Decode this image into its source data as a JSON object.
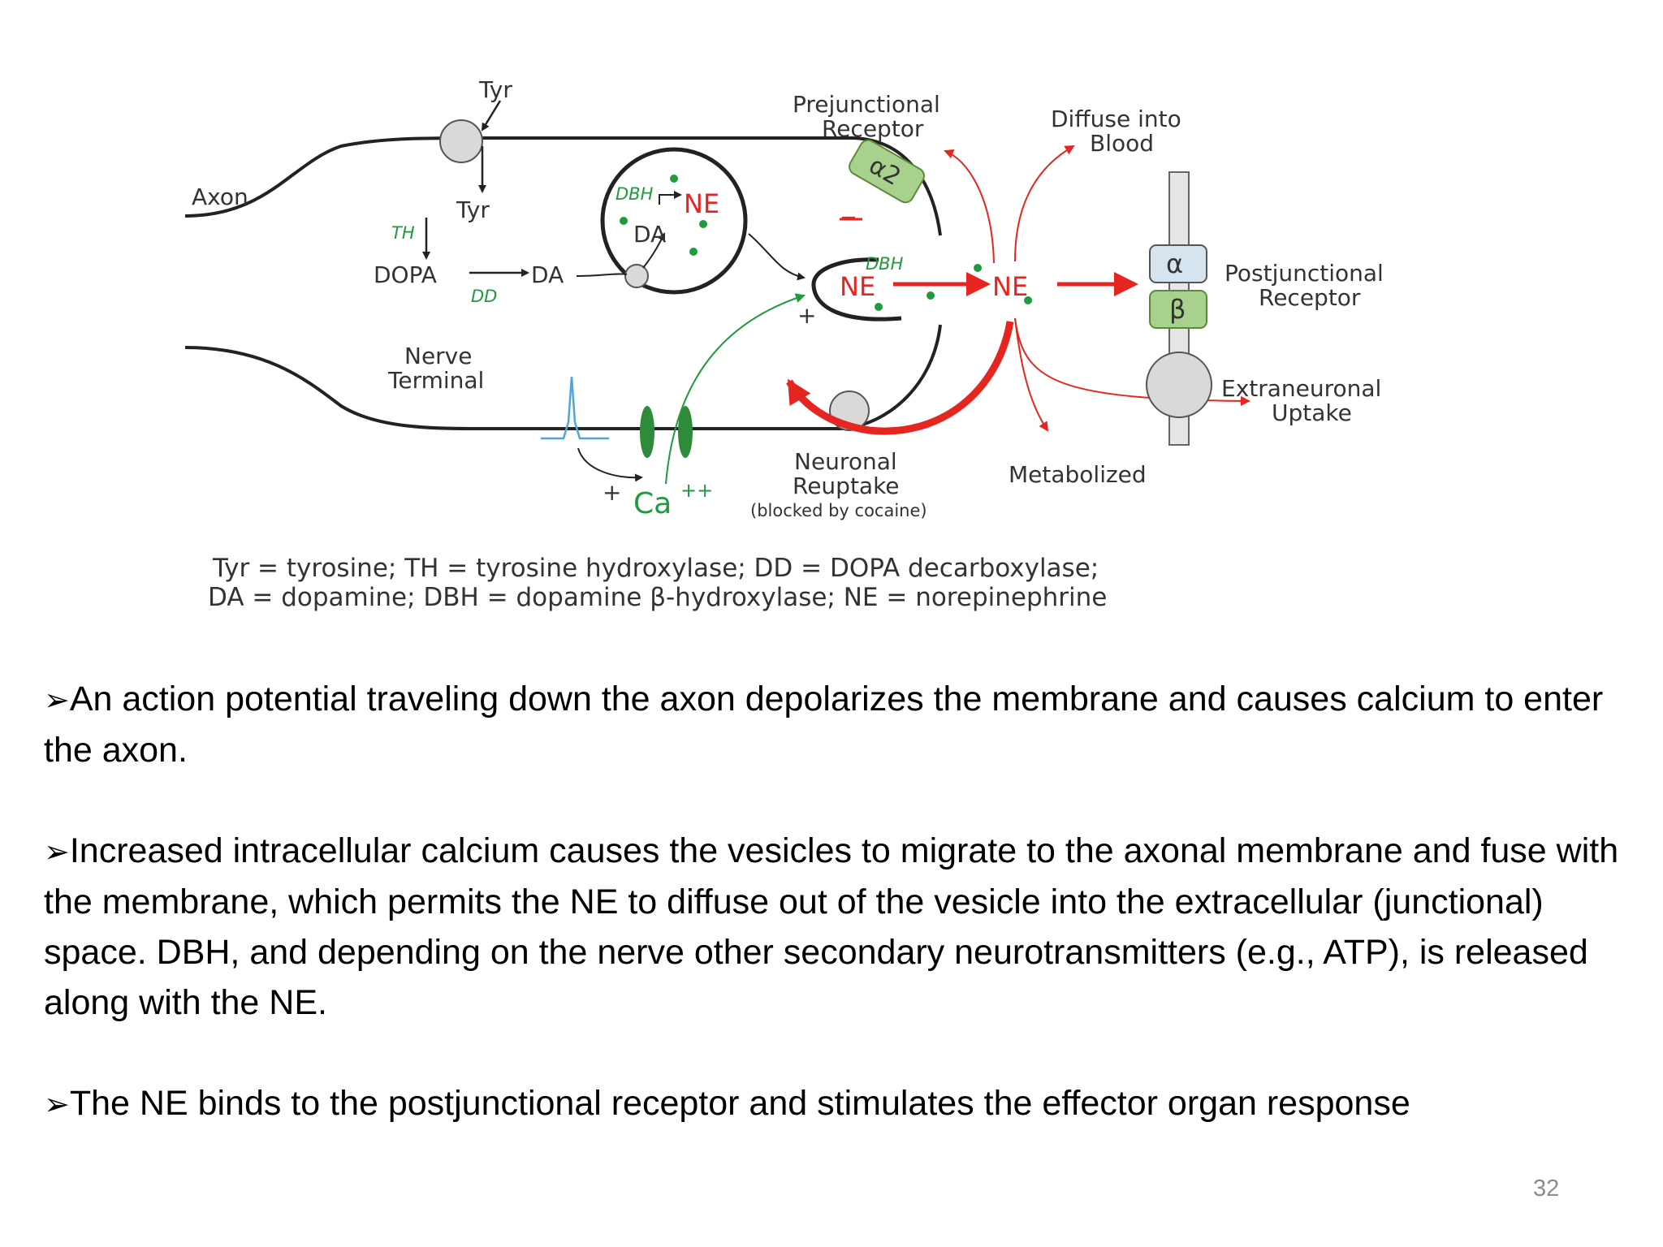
{
  "diagram": {
    "labels": {
      "tyr_top": "Tyr",
      "axon": "Axon",
      "tyr_mid": "Tyr",
      "th": "TH",
      "dopa": "DOPA",
      "dd": "DD",
      "da_left": "DA",
      "dbh_vesicle": "DBH",
      "ne_vesicle": "NE",
      "da_vesicle": "DA",
      "dbh_release": "DBH",
      "ne_release": "NE",
      "ne_cleft": "NE",
      "prejunctional_line1": "Prejunctional",
      "prejunctional_line2": "Receptor",
      "alpha2": "α2",
      "diffuse_line1": "Diffuse into",
      "diffuse_line2": "Blood",
      "alpha": "α",
      "beta": "β",
      "postjunctional_line1": "Postjunctional",
      "postjunctional_line2": "Receptor",
      "extraneuronal_line1": "Extraneuronal",
      "extraneuronal_line2": "Uptake",
      "nerve_terminal_line1": "Nerve",
      "nerve_terminal_line2": "Terminal",
      "ca": "Ca",
      "ca_charge": "++",
      "plus_ca": "+",
      "plus_vesicle": "+",
      "minus": "−",
      "reuptake_line1": "Neuronal",
      "reuptake_line2": "Reuptake",
      "reuptake_line3": "(blocked by cocaine)",
      "metabolized": "Metabolized"
    },
    "legend_line1": "Tyr = tyrosine; TH = tyrosine hydroxylase; DD = DOPA decarboxylase;",
    "legend_line2": "DA = dopamine; DBH = dopamine β-hydroxylase; NE = norepinephrine",
    "colors": {
      "membrane": "#222222",
      "green": "#1f9a3e",
      "red": "#e52520",
      "receptor_fill": "#a9d18e",
      "alpha_fill": "#d6e4f0",
      "spike": "#4ea6dc",
      "transporter": "#d9d9d9"
    }
  },
  "bullets": [
    "An action potential traveling down the axon depolarizes the membrane and causes calcium to enter the axon.",
    "Increased intracellular calcium causes the vesicles to migrate to the axonal membrane and fuse with the membrane, which permits the NE to diffuse out of the vesicle into the extracellular (junctional) space. DBH, and depending on the nerve other secondary neurotransmitters (e.g., ATP), is released along with the NE.",
    "The NE binds to the postjunctional receptor and stimulates the effector organ response"
  ],
  "bullet_marker": "➢",
  "page_number": "32"
}
